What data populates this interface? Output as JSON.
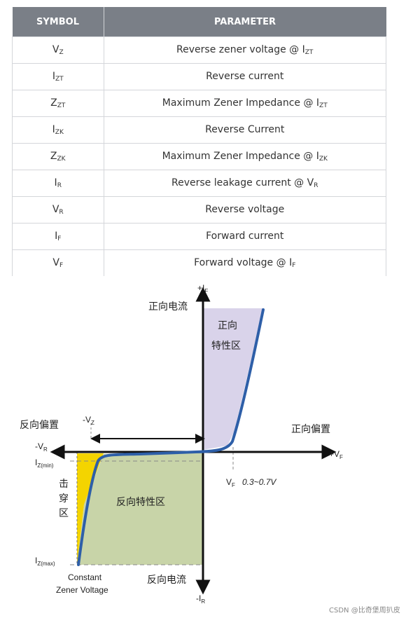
{
  "table": {
    "headers": {
      "symbol": "SYMBOL",
      "parameter": "PARAMETER"
    },
    "rows": [
      {
        "sym": "V",
        "sub": "Z",
        "param": "Reverse zener voltage @ I",
        "psub": "ZT"
      },
      {
        "sym": "I",
        "sub": "ZT",
        "param": "Reverse current",
        "psub": ""
      },
      {
        "sym": "Z",
        "sub": "ZT",
        "param": "Maximum Zener Impedance @ I",
        "psub": "ZT"
      },
      {
        "sym": "I",
        "sub": "ZK",
        "param": "Reverse Current",
        "psub": ""
      },
      {
        "sym": "Z",
        "sub": "ZK",
        "param": "Maximum Zener Impedance @ I",
        "psub": "ZK"
      },
      {
        "sym": "I",
        "sub": "R",
        "param": "Reverse leakage current @ V",
        "psub": "R"
      },
      {
        "sym": "V",
        "sub": "R",
        "param": "Reverse voltage",
        "psub": ""
      },
      {
        "sym": "I",
        "sub": "F",
        "param": "Forward current",
        "psub": ""
      },
      {
        "sym": "V",
        "sub": "F",
        "param": "Forward voltage @ I",
        "psub": "F"
      }
    ]
  },
  "diagram": {
    "plus_if": "+I",
    "plus_if_sub": "F",
    "forward_current": "正向电流",
    "forward_region_1": "正向",
    "forward_region_2": "特性区",
    "reverse_bias": "反向偏置",
    "minus_vz": "-V",
    "minus_vz_sub": "Z",
    "forward_bias": "正向偏置",
    "minus_vr": "-V",
    "minus_vr_sub": "R",
    "plus_vf": "+V",
    "plus_vf_sub": "F",
    "iz_min": "I",
    "iz_min_sub": "Z(min)",
    "breakdown_1": "击",
    "breakdown_2": "穿",
    "breakdown_3": "区",
    "vf_label": "V",
    "vf_label_sub": "F",
    "vf_range": "0.3~0.7V",
    "reverse_region": "反向特性区",
    "iz_max": "I",
    "iz_max_sub": "Z(max)",
    "constant_1": "Constant",
    "constant_2": "Zener Voltage",
    "reverse_current": "反向电流",
    "minus_ir": "-I",
    "minus_ir_sub": "R",
    "watermark": "CSDN @比奇堡周扒皮"
  },
  "colors": {
    "header_bg": "#7a7f87",
    "curve": "#2e5fa8",
    "forward_region": "#d9d3ea",
    "reverse_region": "#c8d4a8",
    "breakdown_region": "#f4d400",
    "region_label_forward": "#c93fb0",
    "region_label_reverse": "#d83030"
  }
}
